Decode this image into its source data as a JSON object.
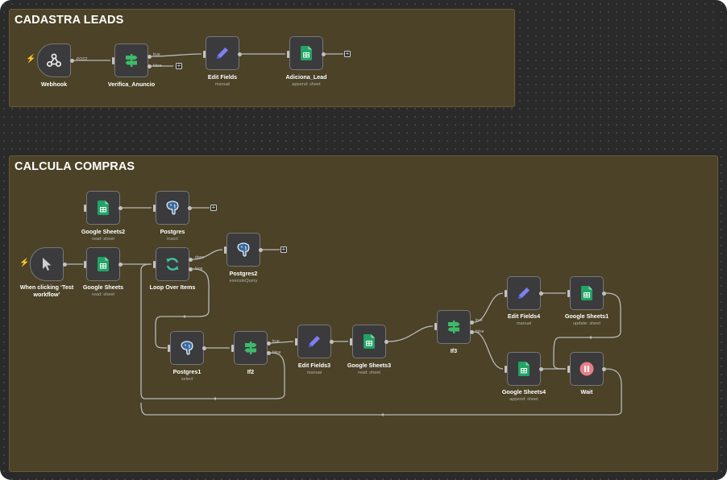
{
  "stickies": {
    "cadastra": {
      "title": "CADASTRA LEADS"
    },
    "calcula": {
      "title": "CALCULA COMPRAS"
    }
  },
  "nodes": {
    "webhook": {
      "name": "Webhook",
      "icon": "webhook-icon"
    },
    "verifica": {
      "name": "Verifica_Anuncio",
      "icon": "if-signpost-icon"
    },
    "editfields": {
      "name": "Edit Fields",
      "subtitle": "manual",
      "icon": "pencil-icon"
    },
    "adiciona": {
      "name": "Adiciona_Lead",
      "subtitle": "append: sheet",
      "icon": "google-sheets-icon"
    },
    "gsheets2": {
      "name": "Google Sheets2",
      "subtitle": "read: sheet",
      "icon": "google-sheets-icon"
    },
    "postgres": {
      "name": "Postgres",
      "subtitle": "insert",
      "icon": "postgres-elephant-icon"
    },
    "manual": {
      "name": "When clicking ‘Test workflow’",
      "icon": "cursor-icon"
    },
    "gsheets": {
      "name": "Google Sheets",
      "subtitle": "read: sheet",
      "icon": "google-sheets-icon"
    },
    "loop": {
      "name": "Loop Over Items",
      "icon": "loop-icon"
    },
    "postgres2": {
      "name": "Postgres2",
      "subtitle": "executeQuery",
      "icon": "postgres-elephant-icon"
    },
    "postgres1": {
      "name": "Postgres1",
      "subtitle": "select",
      "icon": "postgres-elephant-icon"
    },
    "if2": {
      "name": "If2",
      "icon": "if-signpost-icon"
    },
    "editfields3": {
      "name": "Edit Fields3",
      "subtitle": "manual",
      "icon": "pencil-icon"
    },
    "gsheets3": {
      "name": "Google Sheets3",
      "subtitle": "read: sheet",
      "icon": "google-sheets-icon"
    },
    "if3": {
      "name": "If3",
      "icon": "if-signpost-icon"
    },
    "editfields4": {
      "name": "Edit Fields4",
      "subtitle": "manual",
      "icon": "pencil-icon"
    },
    "gsheets1": {
      "name": "Google Sheets1",
      "subtitle": "update: sheet",
      "icon": "google-sheets-icon"
    },
    "gsheets4": {
      "name": "Google Sheets4",
      "subtitle": "append: sheet",
      "icon": "google-sheets-icon"
    },
    "wait": {
      "name": "Wait",
      "icon": "pause-icon"
    }
  },
  "ports": {
    "post": "POST",
    "true": "true",
    "false": "false",
    "done": "done",
    "loop": "loop"
  },
  "colors": {
    "canvas": "#2a2a2b",
    "sticky": "#4b4227",
    "trigger_bolt": "#ff6d5a",
    "sheets_green": "#21a464",
    "if_green": "#3fb96a",
    "pencil_purple": "#7d7ff2",
    "postgres_blue": "#3b6b9e",
    "wait_pink": "#e87f87"
  }
}
